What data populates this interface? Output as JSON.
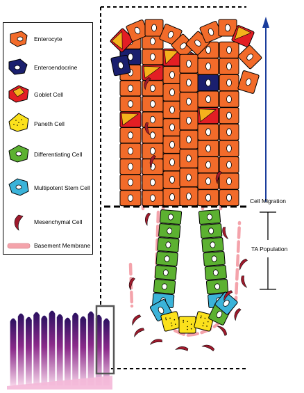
{
  "legend": {
    "items": [
      {
        "label": "Enterocyte",
        "color": "#f26b2a"
      },
      {
        "label": "Enteroendocrine",
        "color": "#1a1f6e"
      },
      {
        "label": "Goblet Cell",
        "color": "#e31e24"
      },
      {
        "label": "Paneth Cell",
        "color": "#fbe11c"
      },
      {
        "label": "Differentiating Cell",
        "color": "#5cb131"
      },
      {
        "label": "Multipotent Stem Cell",
        "color": "#3bb3d9"
      },
      {
        "label": "Mesenchymal Cell",
        "color": "#9e1a2c"
      },
      {
        "label": "Basement Membrane",
        "color": "#f4a3ab"
      }
    ]
  },
  "annotations": {
    "cell_migration": "Cell Migration",
    "ta_population": "TA Population"
  },
  "colors": {
    "enterocyte": "#f26b2a",
    "enteroendocrine": "#1a1f6e",
    "goblet": "#e31e24",
    "goblet_mucus": "#f5b21c",
    "paneth": "#fbe11c",
    "differentiating": "#5cb131",
    "stem": "#3bb3d9",
    "mesenchymal": "#9e1a2c",
    "membrane": "#f4a3ab",
    "arrow": "#1a3d9c"
  }
}
